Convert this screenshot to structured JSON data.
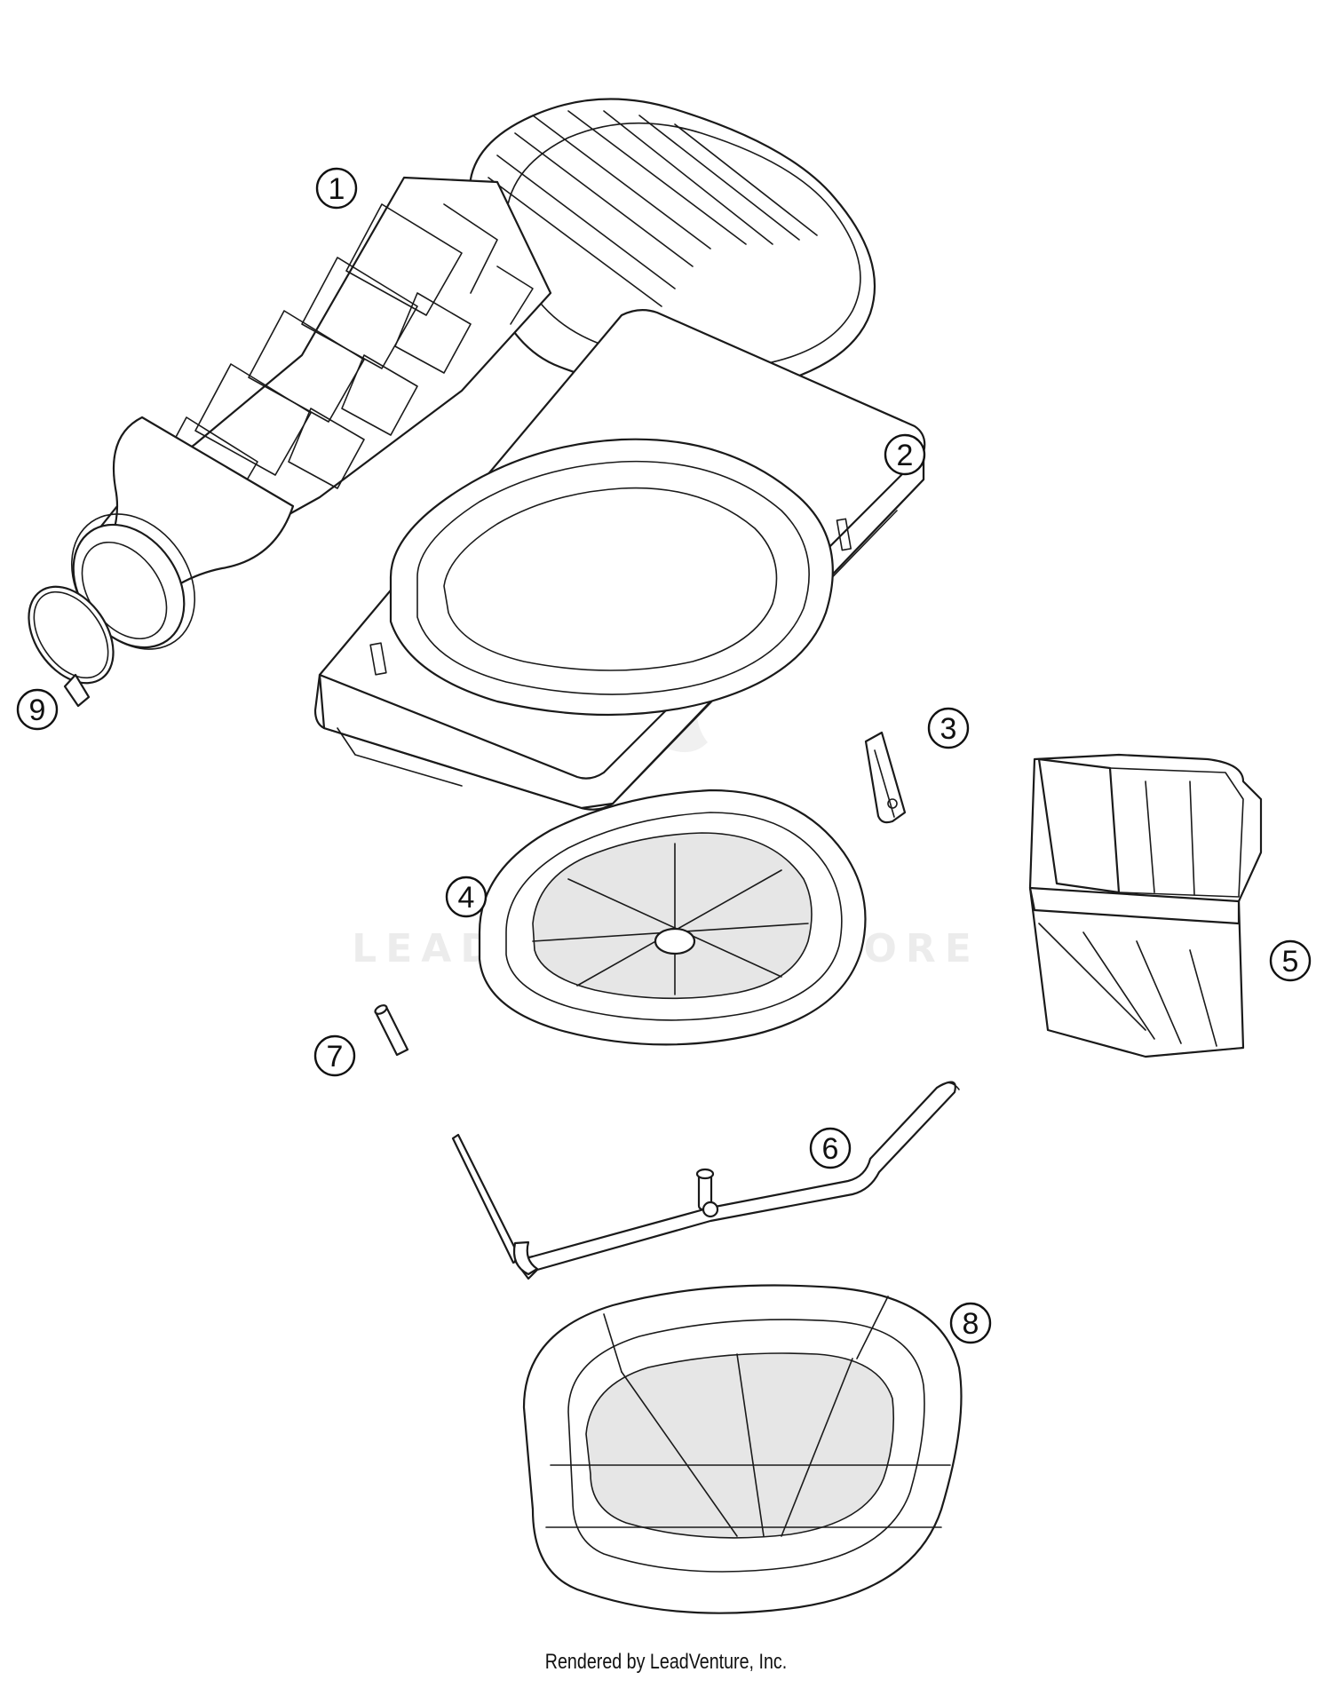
{
  "diagram": {
    "parts": [
      {
        "label": "1",
        "icon": "intake-boot-icon"
      },
      {
        "label": "2",
        "icon": "airbox-lid-icon"
      },
      {
        "label": "3",
        "icon": "clip-icon"
      },
      {
        "label": "4",
        "icon": "filter-cage-icon"
      },
      {
        "label": "5",
        "icon": "air-duct-icon"
      },
      {
        "label": "6",
        "icon": "retaining-bracket-icon"
      },
      {
        "label": "7",
        "icon": "pin-icon"
      },
      {
        "label": "8",
        "icon": "air-filter-icon"
      },
      {
        "label": "9",
        "icon": "hose-clamp-icon"
      }
    ],
    "watermark": "LEADVENTURE STORE",
    "footer": "Rendered by LeadVenture, Inc."
  }
}
